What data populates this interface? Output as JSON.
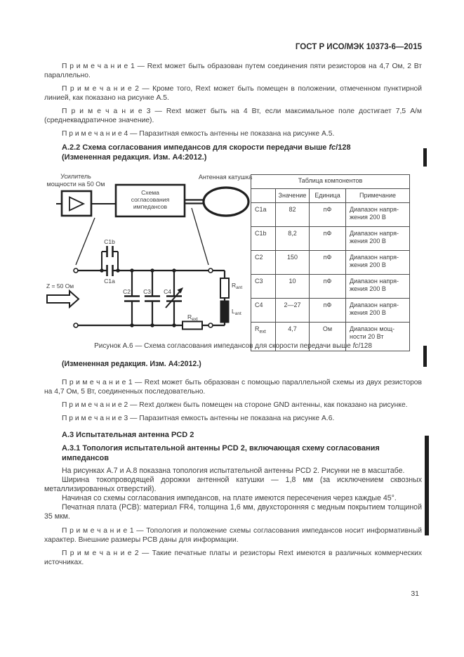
{
  "header": {
    "doc_number": "ГОСТ Р ИСО/МЭК 10373-6—2015"
  },
  "notes_a5": [
    {
      "text": "П р и м е ч а н и е   1 — Rext может быть образован путем соединения пяти резисторов на 4,7 Ом, 2 Вт параллельно."
    },
    {
      "text": "П р и м е ч а н и е   2 — Кроме того, Rext может быть помещен в положении, отмеченном пунктирной линией, как показано на рисунке А.5."
    },
    {
      "text": "П р и м е ч а н и е   3 — Rext может быть на 4 Вт, если максимальное поле достигает 7,5 А/м (среднеквадра­тичное значение)."
    },
    {
      "text": "П р и м е ч а н и е   4 — Паразитная емкость антенны не показана на рисунке А.5."
    }
  ],
  "section_a22": {
    "title_pre": "А.2.2 Схема согласования импедансов для скорости передачи выше ",
    "title_italic": "fc",
    "title_post": "/128",
    "subtitle": "(Измененная редакция. Изм. А4:2012.)"
  },
  "figure": {
    "amp_label_line1": "Усилитель",
    "amp_label_line2": "мощности на 50 Ом",
    "matching_line1": "Схема",
    "matching_line2": "согласования",
    "matching_line3": "импедансов",
    "antenna_label": "Антенная катушка",
    "z_label": "Z = 50 Ом",
    "labels": {
      "c1b": "C1b",
      "c1a": "C1a",
      "c2": "C2",
      "c3": "C3",
      "c4": "C4",
      "rext_main": "R",
      "rext_sub": "ext",
      "rant_main": "R",
      "rant_sub": "ant",
      "lant_main": "L",
      "lant_sub": "ant"
    },
    "table": {
      "title": "Таблица компонентов",
      "headers": {
        "h0": "",
        "h1": "Значение",
        "h2": "Единица",
        "h3": "Примечание"
      },
      "rows": [
        {
          "name": "C1a",
          "sub": "",
          "value": "82",
          "unit": "пФ",
          "note": "Диапазон напря-\nжения 200 В"
        },
        {
          "name": "C1b",
          "sub": "",
          "value": "8,2",
          "unit": "пФ",
          "note": "Диапазон напря-\nжения 200 В"
        },
        {
          "name": "C2",
          "sub": "",
          "value": "150",
          "unit": "пФ",
          "note": "Диапазон напря-\nжения 200 В"
        },
        {
          "name": "C3",
          "sub": "",
          "value": "10",
          "unit": "пФ",
          "note": "Диапазон напря-\nжения 200 В"
        },
        {
          "name": "C4",
          "sub": "",
          "value": "2—27",
          "unit": "пФ",
          "note": "Диапазон напря-\nжения 200 В"
        },
        {
          "name": "R",
          "sub": "ext",
          "value": "4,7",
          "unit": "Ом",
          "note": "Диапазон мощ-\nности 20 Вт"
        }
      ]
    },
    "caption_pre": "Рисунок А.6 — Схема согласования импедансов для скорости передачи выше ",
    "caption_italic": "fc",
    "caption_post": "/128",
    "amended": "(Измененная редакция. Изм. А4:2012.)"
  },
  "notes_a6": [
    {
      "text": "П р и м е ч а н и е   1 — Rext может быть образован с помощью параллельной схемы из двух резисторов на 4,7 Ом, 5 Вт, соединенных последовательно."
    },
    {
      "text": "П р и м е ч а н и е   2 — Rext должен быть помещен на стороне GND антенны, как показано на рисунке."
    },
    {
      "text": "П р и м е ч а н и е   3 — Паразитная емкость антенны не показана на рисунке А.6."
    }
  ],
  "section_a3": {
    "title": "А.3 Испытательная антенна PCD 2",
    "title_a31": "А.3.1 Топология испытательной антенны PCD 2, включающая схему согласования импедансов",
    "paragraphs": [
      {
        "text": "На рисунках А.7 и А.8 показана топология испытательной антенны PCD 2. Рисунки не в масштабе."
      },
      {
        "text": "Ширина токопроводящей дорожки антенной катушки — 1,8 мм (за исключением сквозных металлизирован­ных отверстий)."
      },
      {
        "text": "Начиная со схемы согласования импедансов, на плате имеются пересечения через каждые 45°."
      },
      {
        "text": "Печатная плата (PCB): материал FR4, толщина 1,6 мм, двухсторонняя с медным покрытием толщиной 35 мкм."
      }
    ],
    "notes": [
      {
        "text": "П р и м е ч а н и е   1 — Топология и положение схемы согласования импедансов носит информативный харак­тер. Внешние размеры PCB даны для информации."
      },
      {
        "text": "П р и м е ч а н и е   2 — Такие печатные платы и резисторы Rext имеются в различных коммерческих источниках."
      }
    ]
  },
  "footer": {
    "page_number": "31"
  }
}
